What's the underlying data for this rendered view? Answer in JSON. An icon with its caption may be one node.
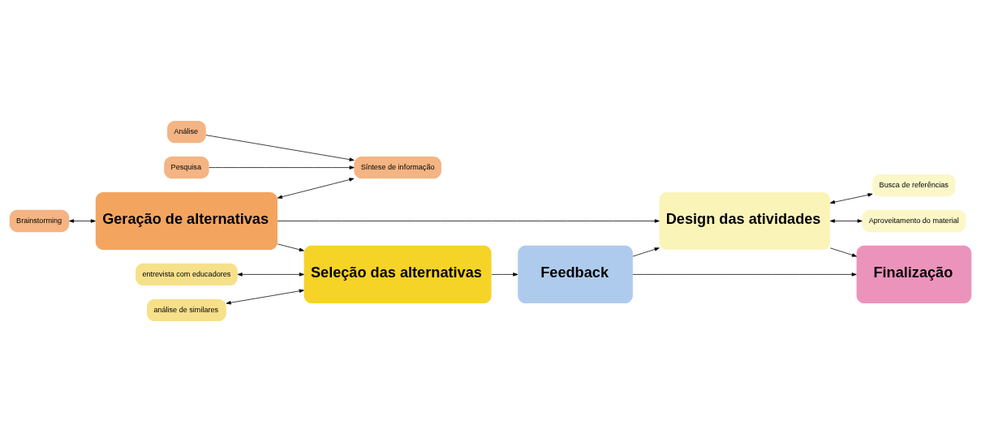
{
  "diagram": {
    "nodes": [
      {
        "text": [
          "Brainstorming"
        ]
      },
      {
        "text": [
          "Geração de alternativas"
        ]
      },
      {
        "text": [
          "Síntese de informação"
        ]
      },
      {
        "text": [
          "Análise"
        ]
      },
      {
        "text": [
          "Pesquisa"
        ]
      },
      {
        "text": [
          "entrevista com educadores"
        ]
      },
      {
        "text": [
          "análise de similares"
        ]
      },
      {
        "text": [
          "Seleção das alternativas"
        ]
      },
      {
        "text": [
          "Design das atividades"
        ]
      },
      {
        "text": [
          "Busca de referências"
        ]
      },
      {
        "text": [
          "Aproveitamento do material"
        ]
      },
      {
        "text": [
          "Feedback"
        ]
      },
      {
        "text": [
          "Finalização"
        ]
      }
    ],
    "edges": [
      {
        "from": 0,
        "to": 1,
        "arrow": "both"
      },
      {
        "from": 1,
        "to": 2,
        "arrow": "both"
      },
      {
        "from": 3,
        "to": 2,
        "arrow": "to"
      },
      {
        "from": 4,
        "to": 2,
        "arrow": "to"
      },
      {
        "from": 1,
        "to": 7,
        "arrow": "to"
      },
      {
        "from": 1,
        "to": 8,
        "arrow": "to"
      },
      {
        "from": 5,
        "to": 7,
        "arrow": "both"
      },
      {
        "from": 6,
        "to": 7,
        "arrow": "both"
      },
      {
        "from": 8,
        "to": 9,
        "arrow": "both"
      },
      {
        "from": 8,
        "to": 10,
        "arrow": "both"
      },
      {
        "from": 7,
        "to": 11,
        "arrow": "to"
      },
      {
        "from": 11,
        "to": 8,
        "arrow": "to"
      },
      {
        "from": 11,
        "to": 12,
        "arrow": "to"
      },
      {
        "from": 8,
        "to": 12,
        "arrow": "to"
      }
    ]
  }
}
